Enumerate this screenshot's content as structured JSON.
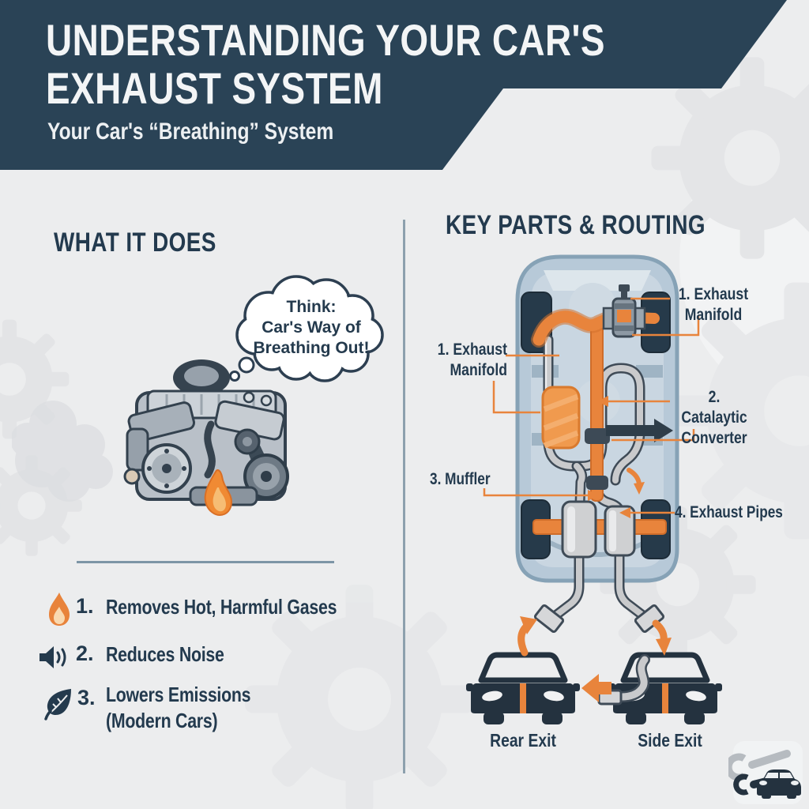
{
  "header": {
    "title_line1": "UNDERSTANDING YOUR CAR'S",
    "title_line2": "EXHAUST SYSTEM",
    "subtitle": "Your Car's “Breathing” System"
  },
  "left": {
    "heading": "WHAT IT DOES",
    "bubble": {
      "line1": "Think:",
      "line2": "Car's Way of",
      "line3": "Breathing Out!"
    },
    "items": [
      {
        "number": "1.",
        "icon": "flame-icon",
        "text": "Removes Hot, Harmful Gases"
      },
      {
        "number": "2.",
        "icon": "speaker-icon",
        "text": "Reduces Noise"
      },
      {
        "number": "3.",
        "icon": "leaf-icon",
        "line1": "Lowers Emissions",
        "line2": "(Modern Cars)"
      }
    ]
  },
  "right": {
    "heading": "KEY PARTS & ROUTING",
    "labels": {
      "manifold_top": {
        "line1": "1. Exhaust",
        "line2": "Manifold"
      },
      "manifold_left": {
        "line1": "1. Exhaust",
        "line2": "Manifold"
      },
      "converter": {
        "line1": "2. Catalaytic",
        "line2": "Converter"
      },
      "muffler": "3. Muffler",
      "pipes": "4. Exhaust Pipes"
    },
    "captions": {
      "rear": "Rear Exit",
      "side": "Side Exit"
    }
  },
  "colors": {
    "header_bg": "#2a4356",
    "navy_text": "#233a4e",
    "accent_orange": "#e8843c",
    "car_body_blue": "#b7c9d8",
    "pipe_gray": "#c9cacc",
    "background": "#ecedee"
  }
}
